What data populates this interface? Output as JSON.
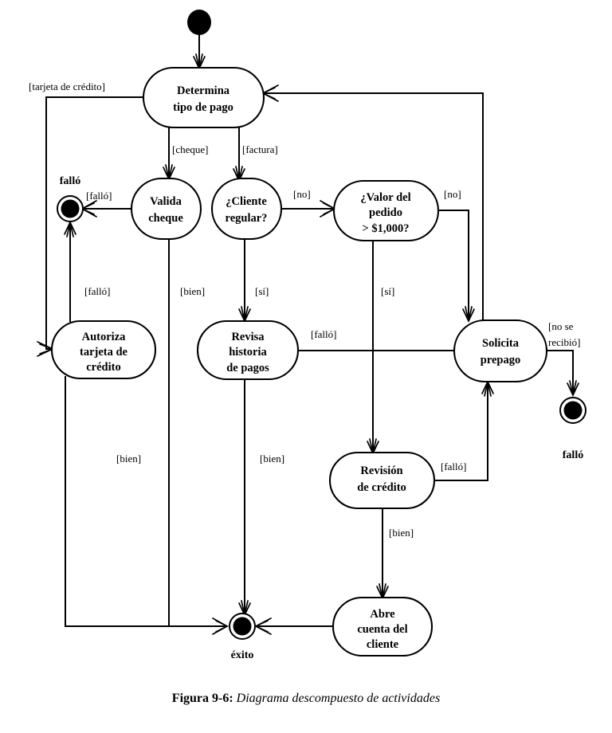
{
  "figure": {
    "caption_number": "Figura 9-6:",
    "caption_title": "Diagrama descompuesto de actividades"
  },
  "diagram": {
    "type": "uml-activity-diagram",
    "language": "es",
    "ink_color": "#000000",
    "background_color": "#ffffff",
    "start_node": {
      "name": "start",
      "label": ""
    },
    "activities": [
      {
        "id": "determina",
        "label": "Determina\ntipo de pago",
        "line1": "Determina",
        "line2": "tipo de pago",
        "line3": ""
      },
      {
        "id": "valida",
        "label": "Valida\ncheque",
        "line1": "Valida",
        "line2": "cheque",
        "line3": ""
      },
      {
        "id": "cliente",
        "label": "¿Cliente\nregular?",
        "line1": "¿Cliente",
        "line2": "regular?",
        "line3": ""
      },
      {
        "id": "valor",
        "label": "¿Valor del\npedido\n> $1,000?",
        "line1": "¿Valor del",
        "line2": "pedido",
        "line3": "> $1,000?"
      },
      {
        "id": "autoriza",
        "label": "Autoriza\ntarjeta de\ncrédito",
        "line1": "Autoriza",
        "line2": "tarjeta de",
        "line3": "crédito"
      },
      {
        "id": "revisa",
        "label": "Revisa\nhistoria\nde pagos",
        "line1": "Revisa",
        "line2": "historia",
        "line3": "de pagos"
      },
      {
        "id": "solicita",
        "label": "Solicita\nprepago",
        "line1": "Solicita",
        "line2": "prepago",
        "line3": ""
      },
      {
        "id": "revision",
        "label": "Revisión\nde crédito",
        "line1": "Revisión",
        "line2": "de crédito",
        "line3": ""
      },
      {
        "id": "abre",
        "label": "Abre\ncuenta del\ncliente",
        "line1": "Abre",
        "line2": "cuenta del",
        "line3": "cliente"
      }
    ],
    "final_nodes": [
      {
        "id": "fallo-cheque",
        "label": "falló"
      },
      {
        "id": "fallo-prepago",
        "label": "falló"
      },
      {
        "id": "exito",
        "label": "éxito"
      }
    ],
    "guards": [
      {
        "id": "g-tarjeta",
        "text": "[tarjeta de crédito]",
        "from": "determina",
        "to": "autoriza"
      },
      {
        "id": "g-cheque",
        "text": "[cheque]",
        "from": "determina",
        "to": "valida"
      },
      {
        "id": "g-factura",
        "text": "[factura]",
        "from": "determina",
        "to": "cliente"
      },
      {
        "id": "g-fallo-1",
        "text": "[falló]",
        "from": "valida",
        "to": "fallo-cheque"
      },
      {
        "id": "g-no-1",
        "text": "[no]",
        "from": "cliente",
        "to": "valor"
      },
      {
        "id": "g-no-2",
        "text": "[no]",
        "from": "valor",
        "to": "solicita"
      },
      {
        "id": "g-fallo-2",
        "text": "[falló]",
        "from": "autoriza",
        "to": "fallo-cheque"
      },
      {
        "id": "g-bien-1",
        "text": "[bien]",
        "from": "valida",
        "to": "exito"
      },
      {
        "id": "g-si-1",
        "text": "[sí]",
        "from": "cliente",
        "to": "revisa"
      },
      {
        "id": "g-si-2",
        "text": "[sí]",
        "from": "valor",
        "to": "revision"
      },
      {
        "id": "g-fallo-3",
        "text": "[falló]",
        "from": "revisa",
        "to": "solicita"
      },
      {
        "id": "g-no-se",
        "text": "[no se\nrecibió]",
        "line1": "[no se",
        "line2": "recibió]",
        "from": "solicita",
        "to": "fallo-prepago"
      },
      {
        "id": "g-bien-2",
        "text": "[bien]",
        "from": "autoriza",
        "to": "exito"
      },
      {
        "id": "g-bien-3",
        "text": "[bien]",
        "from": "revisa",
        "to": "exito"
      },
      {
        "id": "g-fallo-4",
        "text": "[falló]",
        "from": "revision",
        "to": "solicita"
      },
      {
        "id": "g-bien-4",
        "text": "[bien]",
        "from": "revision",
        "to": "abre"
      }
    ]
  }
}
